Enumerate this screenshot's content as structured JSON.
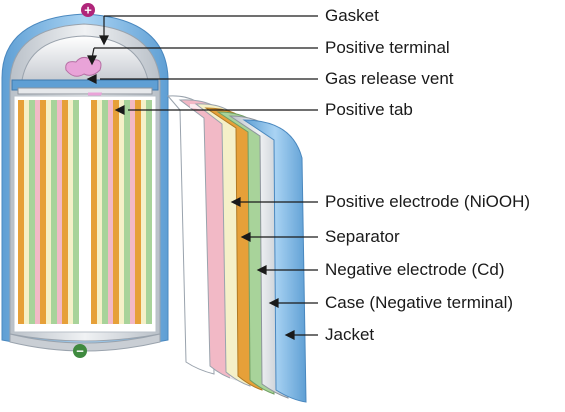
{
  "diagram": {
    "polarity": {
      "positive_symbol": "+",
      "negative_symbol": "−"
    },
    "labels": [
      "Gasket",
      "Positive terminal",
      "Gas release vent",
      "Positive tab",
      "Positive electrode (NiOOH)",
      "Separator",
      "Negative electrode (Cd)",
      "Case (Negative terminal)",
      "Jacket"
    ],
    "colors": {
      "jacket": "#7fb9e6",
      "case": "#d9dde2",
      "positive_electrode": "#e6a039",
      "separator": "#f5f0c8",
      "negative_electrode": "#a8d39a",
      "pink_strip": "#f2b9c6",
      "vent": "#e9a3d8",
      "polarity_mark": "#b0257a",
      "negative_mark": "#3f8a3f"
    }
  }
}
